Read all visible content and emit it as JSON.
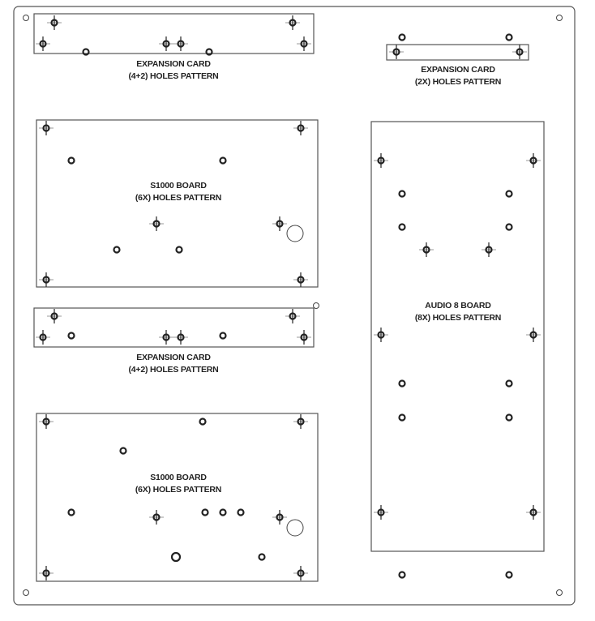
{
  "panels": [
    {
      "id": "expansion-card-top",
      "title": "EXPANSION CARD",
      "subtitle": "(4+2) HOLES PATTERN"
    },
    {
      "id": "expansion-card-2x",
      "title": "EXPANSION CARD",
      "subtitle": "(2X) HOLES PATTERN"
    },
    {
      "id": "s1000-board-top",
      "title": "S1000 BOARD",
      "subtitle": "(6X) HOLES PATTERN"
    },
    {
      "id": "audio-8-board",
      "title": "AUDIO 8 BOARD",
      "subtitle": "(8X) HOLES PATTERN"
    },
    {
      "id": "expansion-card-mid",
      "title": "EXPANSION CARD",
      "subtitle": "(4+2) HOLES PATTERN"
    },
    {
      "id": "s1000-board-bottom",
      "title": "S1000 BOARD",
      "subtitle": "(6X) HOLES PATTERN"
    }
  ],
  "colors": {
    "line": "#555555",
    "hole": "#222222",
    "background": "#ffffff"
  }
}
